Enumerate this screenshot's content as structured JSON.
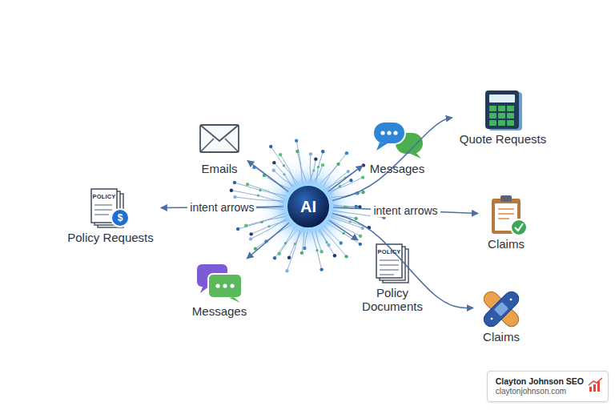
{
  "diagram": {
    "nodes": [
      {
        "text": [
          "AI"
        ]
      },
      {
        "text": [
          "Emails"
        ]
      },
      {
        "text": [
          "Messages"
        ]
      },
      {
        "text": [
          "Policy Requests"
        ]
      },
      {
        "text": [
          "Messages"
        ]
      },
      {
        "text": [
          "Policy Documents"
        ]
      },
      {
        "text": [
          "Quote Requests"
        ]
      },
      {
        "text": [
          "Claims"
        ]
      },
      {
        "text": [
          "Claims"
        ]
      },
      {
        "text": [
          "Clayton Johnson SEO",
          "claytonjohnson.com"
        ]
      }
    ],
    "edges": [
      {
        "from": 0,
        "to": 1,
        "arrow": "to"
      },
      {
        "from": 0,
        "to": 2,
        "arrow": "to"
      },
      {
        "from": 0,
        "to": 3,
        "label": "intent arrows",
        "arrow": "to"
      },
      {
        "from": 0,
        "to": 4,
        "arrow": "to"
      },
      {
        "from": 0,
        "to": 5,
        "arrow": "to"
      },
      {
        "from": 0,
        "to": 6,
        "arrow": "to"
      },
      {
        "from": 0,
        "to": 7,
        "label": "intent arrows",
        "arrow": "to"
      },
      {
        "from": 0,
        "to": 8,
        "arrow": "to"
      }
    ],
    "labels": [
      "POLICY",
      "$",
      "POLICY"
    ]
  }
}
